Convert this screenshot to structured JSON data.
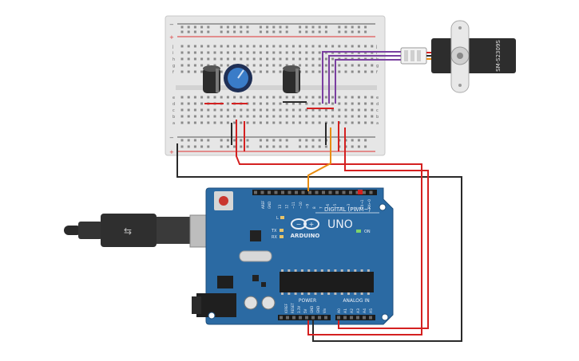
{
  "board": {
    "logo_text": "ARDUINO",
    "model": "UNO",
    "digital_header_label": "DIGITAL (PWM~)",
    "power_label": "POWER",
    "analog_label": "ANALOG IN",
    "on_label": "ON",
    "aref_label": "AREF",
    "gnd_label": "GND",
    "tx_label": "TX",
    "rx_label": "RX",
    "l_label": "L",
    "digital_pins": [
      "13",
      "12",
      "~11",
      "~10",
      "~9",
      "8",
      "7",
      "~6",
      "~5",
      "4",
      "~3",
      "2",
      "TX→1",
      "RX←0"
    ],
    "power_pins": [
      "IOREF",
      "RESET",
      "3.3V",
      "5V",
      "GND",
      "GND",
      "Vin"
    ],
    "analog_pins": [
      "A0",
      "A1",
      "A2",
      "A3",
      "A4",
      "A5"
    ]
  },
  "servo": {
    "label": "SM-S2309S"
  },
  "breadboard": {
    "row_letters_top": [
      "j",
      "i",
      "h",
      "g",
      "f"
    ],
    "row_letters_bottom": [
      "e",
      "d",
      "c",
      "b",
      "a"
    ],
    "column_count": 30
  },
  "colors": {
    "board_blue": "#2b6aa3",
    "wire_red": "#d42020",
    "wire_black": "#2a2a2a",
    "wire_purple": "#7a3fa0",
    "wire_orange": "#e88c10"
  }
}
